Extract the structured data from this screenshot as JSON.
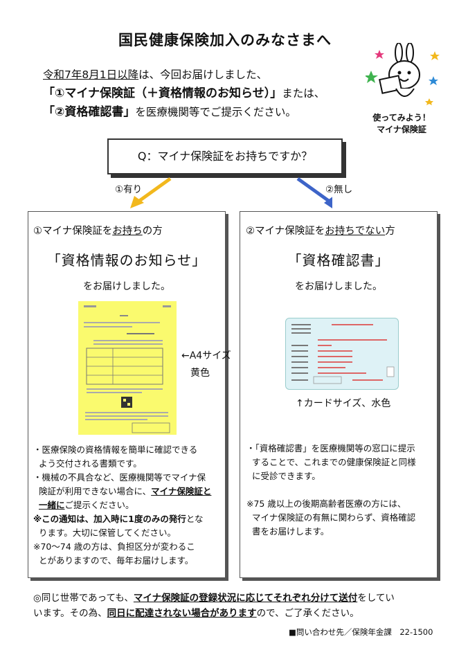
{
  "title": "国民健康保険加入のみなさまへ",
  "intro": {
    "line1_date": "令和7年8月1日以降",
    "line1_rest": "は、今回お届けしました、",
    "line2_item": "「①マイナ保険証（＋資格情報のお知らせ）」",
    "line2_rest": "または、",
    "line3_item": "「②資格確認書」",
    "line3_rest": "を医療機関等でご提示ください。"
  },
  "mascot": {
    "caption_line1": "使ってみよう！",
    "caption_line2": "マイナ保険証"
  },
  "question": "Q：マイナ保険証をお持ちですか？",
  "branches": {
    "yes": "①有り",
    "no": "②無し"
  },
  "left_panel": {
    "head_prefix": "①マイナ保険証を",
    "head_ul": "お持ち",
    "head_suffix": "の方",
    "doc_title": "「資格情報のお知らせ」",
    "sub": "をお届けしました。",
    "size_label": "←A4サイズ",
    "color_label": "黄色",
    "b1": "・医療保険の資格情報を簡単に確認できる",
    "b1b": "よう交付される書類です。",
    "b2": "・機械の不具合など、医療機関等でマイナ保",
    "b3_pre": "険証が利用できない場合に、",
    "b3_ul": "マイナ保険証と",
    "b4_ul": "一緒に",
    "b4_post": "ご提示ください。",
    "b5": "※この通知は、加入時に1度のみの発行",
    "b5_post": "とな",
    "b6": "ります。大切に保管してください。",
    "b7": "※70～74 歳の方は、負担区分が変わるこ",
    "b8": "とがありますので、毎年お届けします。"
  },
  "right_panel": {
    "head_prefix": "②マイナ保険証を",
    "head_ul": "お持ちでない",
    "head_suffix": "方",
    "doc_title": "「資格確認書」",
    "sub": "をお届けしました。",
    "size_label": "↑カードサイズ、水色",
    "b1": "・「資格確認書」を医療機関等の窓口に提示",
    "b2": "することで、これまでの健康保険証と同様",
    "b3": "に受診できます。",
    "n1": "※75 歳以上の後期高齢者医療の方には、",
    "n2": "マイナ保険証の有無に関わらず、資格確認",
    "n3": "書をお届けします。"
  },
  "footer": {
    "pre": "◎同じ世帯であっても、",
    "ul1": "マイナ保険証の登録状況に応じてそれぞれ分けて送付",
    "mid": "をしてい",
    "line2_pre": "います。その為、",
    "ul2": "同日に配達されない場合があります",
    "line2_post": "ので、ご了承ください。"
  },
  "contact": "■問い合わせ先／保険年金課　22-1500",
  "colors": {
    "yes_arrow": "#f2b81d",
    "no_arrow": "#3d64c8",
    "yellow_doc": "#fafa6e",
    "card": "#def2f6"
  }
}
